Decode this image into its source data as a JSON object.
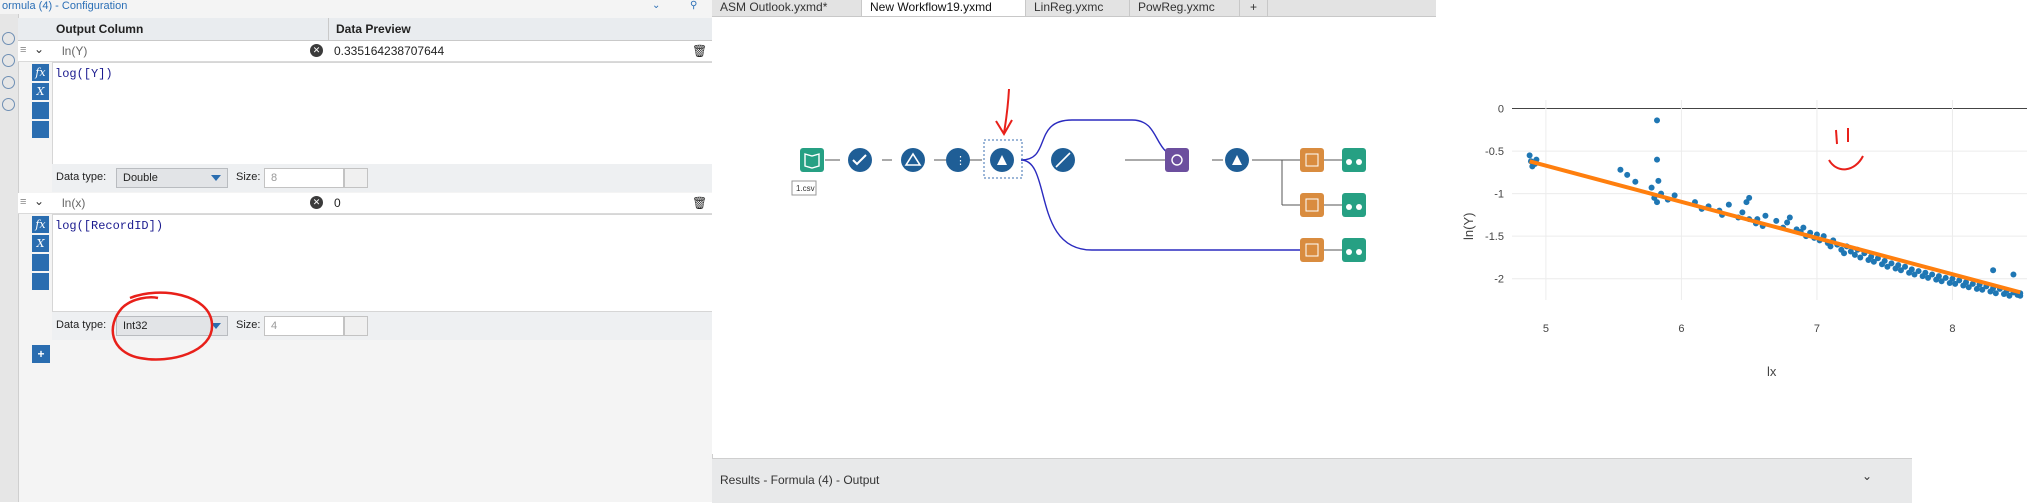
{
  "config": {
    "title": "ormula (4) - Configuration",
    "header": {
      "output_column": "Output Column",
      "data_preview": "Data Preview"
    },
    "rows": [
      {
        "field": "ln(Y)",
        "preview": "0.335164238707644",
        "expression": "log([Y])",
        "data_type_label": "Data type:",
        "data_type": "Double",
        "size_label": "Size:",
        "size": "8"
      },
      {
        "field": "ln(x)",
        "preview": "0",
        "expression": "log([RecordID])",
        "data_type_label": "Data type:",
        "data_type": "Int32",
        "size_label": "Size:",
        "size": "4"
      }
    ],
    "add_button": "+",
    "expr_button_glyphs": [
      "fx",
      "X"
    ]
  },
  "workflow": {
    "tabs": [
      "ASM Outlook.yxmd*",
      "New Workflow19.yxmd",
      "LinReg.yxmc",
      "PowReg.yxmc",
      "+"
    ],
    "active_tab": 1,
    "input_label": "1.csv",
    "connection_color": "#2b2bbf",
    "annotation_color": "#e8201a"
  },
  "results": {
    "title": "Results - Formula (4) - Output"
  },
  "chart_data": {
    "type": "scatter",
    "title": "",
    "xlabel": "lx",
    "ylabel": "ln(Y)",
    "xlim": [
      4.75,
      8.55
    ],
    "ylim": [
      -2.25,
      0.1
    ],
    "x_ticks": [
      "5",
      "6",
      "7",
      "8"
    ],
    "y_ticks": [
      "0",
      "-0.5",
      "-1",
      "-1.5",
      "-2"
    ],
    "point_color": "#1f77b4",
    "line_color": "#ff7f0e",
    "points": [
      [
        4.88,
        -0.55
      ],
      [
        4.89,
        -0.62
      ],
      [
        4.9,
        -0.68
      ],
      [
        4.92,
        -0.65
      ],
      [
        4.93,
        -0.6
      ],
      [
        5.55,
        -0.72
      ],
      [
        5.6,
        -0.78
      ],
      [
        5.66,
        -0.86
      ],
      [
        5.78,
        -0.93
      ],
      [
        5.8,
        -1.05
      ],
      [
        5.82,
        -1.1
      ],
      [
        5.82,
        -0.14
      ],
      [
        5.82,
        -0.6
      ],
      [
        5.83,
        -0.85
      ],
      [
        5.85,
        -1.0
      ],
      [
        5.9,
        -1.07
      ],
      [
        5.95,
        -1.02
      ],
      [
        6.1,
        -1.1
      ],
      [
        6.15,
        -1.18
      ],
      [
        6.2,
        -1.15
      ],
      [
        6.28,
        -1.2
      ],
      [
        6.3,
        -1.25
      ],
      [
        6.35,
        -1.13
      ],
      [
        6.42,
        -1.28
      ],
      [
        6.45,
        -1.22
      ],
      [
        6.48,
        -1.1
      ],
      [
        6.5,
        -1.05
      ],
      [
        6.5,
        -1.3
      ],
      [
        6.55,
        -1.35
      ],
      [
        6.56,
        -1.3
      ],
      [
        6.6,
        -1.38
      ],
      [
        6.62,
        -1.26
      ],
      [
        6.7,
        -1.32
      ],
      [
        6.75,
        -1.4
      ],
      [
        6.78,
        -1.34
      ],
      [
        6.8,
        -1.28
      ],
      [
        6.85,
        -1.42
      ],
      [
        6.88,
        -1.45
      ],
      [
        6.9,
        -1.4
      ],
      [
        6.92,
        -1.5
      ],
      [
        6.95,
        -1.46
      ],
      [
        6.98,
        -1.52
      ],
      [
        7.0,
        -1.48
      ],
      [
        7.02,
        -1.55
      ],
      [
        7.05,
        -1.5
      ],
      [
        7.08,
        -1.58
      ],
      [
        7.1,
        -1.62
      ],
      [
        7.12,
        -1.55
      ],
      [
        7.15,
        -1.6
      ],
      [
        7.18,
        -1.66
      ],
      [
        7.2,
        -1.7
      ],
      [
        7.22,
        -1.62
      ],
      [
        7.25,
        -1.68
      ],
      [
        7.28,
        -1.72
      ],
      [
        7.3,
        -1.66
      ],
      [
        7.32,
        -1.75
      ],
      [
        7.35,
        -1.7
      ],
      [
        7.38,
        -1.78
      ],
      [
        7.4,
        -1.74
      ],
      [
        7.42,
        -1.8
      ],
      [
        7.45,
        -1.76
      ],
      [
        7.48,
        -1.83
      ],
      [
        7.5,
        -1.79
      ],
      [
        7.52,
        -1.86
      ],
      [
        7.55,
        -1.82
      ],
      [
        7.58,
        -1.88
      ],
      [
        7.6,
        -1.84
      ],
      [
        7.62,
        -1.9
      ],
      [
        7.65,
        -1.86
      ],
      [
        7.68,
        -1.93
      ],
      [
        7.7,
        -1.89
      ],
      [
        7.72,
        -1.95
      ],
      [
        7.75,
        -1.91
      ],
      [
        7.78,
        -1.97
      ],
      [
        7.8,
        -1.93
      ],
      [
        7.82,
        -1.99
      ],
      [
        7.85,
        -1.95
      ],
      [
        7.88,
        -2.01
      ],
      [
        7.9,
        -1.97
      ],
      [
        7.92,
        -2.03
      ],
      [
        7.95,
        -1.99
      ],
      [
        7.98,
        -2.05
      ],
      [
        8.0,
        -2.0
      ],
      [
        8.02,
        -2.06
      ],
      [
        8.05,
        -2.02
      ],
      [
        8.08,
        -2.08
      ],
      [
        8.1,
        -2.04
      ],
      [
        8.12,
        -2.1
      ],
      [
        8.15,
        -2.06
      ],
      [
        8.18,
        -2.12
      ],
      [
        8.2,
        -2.07
      ],
      [
        8.22,
        -2.13
      ],
      [
        8.25,
        -2.09
      ],
      [
        8.28,
        -2.15
      ],
      [
        8.3,
        -2.11
      ],
      [
        8.32,
        -2.17
      ],
      [
        8.35,
        -2.12
      ],
      [
        8.38,
        -2.18
      ],
      [
        8.4,
        -2.14
      ],
      [
        8.42,
        -2.2
      ],
      [
        8.45,
        -2.16
      ],
      [
        8.48,
        -2.19
      ],
      [
        8.5,
        -2.17
      ],
      [
        8.5,
        -2.2
      ],
      [
        8.45,
        -1.95
      ],
      [
        8.3,
        -1.9
      ]
    ],
    "fit_line": {
      "x": [
        4.88,
        8.5
      ],
      "y": [
        -0.62,
        -2.16
      ]
    }
  }
}
